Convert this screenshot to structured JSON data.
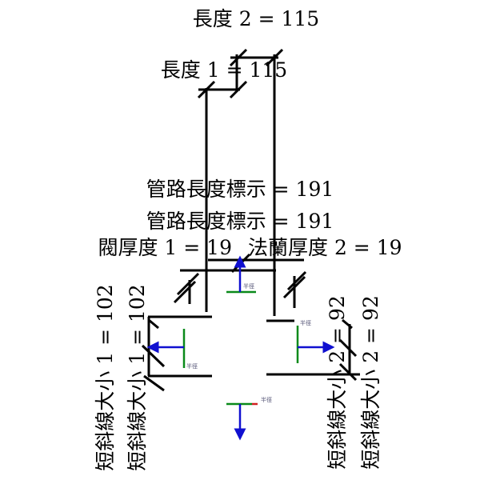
{
  "dimensions": {
    "length2": "長度 2 = 115",
    "length1": "長度 1 = 115",
    "pipe_length": "管路長度標示 = 191",
    "pipe_length_ghost": "管路長度標示 = 191",
    "valve_thickness": "閥厚度 1 = 19",
    "flange_thickness": "法蘭厚度 2 = 19",
    "slash_size1": "短斜線大小 1 = 102",
    "slash_size1_ghost": "短斜線大小 1 = 102",
    "slash_size2": "短斜線大小 2 = 92",
    "slash_size2_ghost": "短斜線大小 2 = 92"
  },
  "axis_label": "半徑",
  "colors": {
    "line": "#000000",
    "x_axis": "#0a8a1a",
    "z_axis": "#1010d0",
    "end": "#d02020"
  }
}
